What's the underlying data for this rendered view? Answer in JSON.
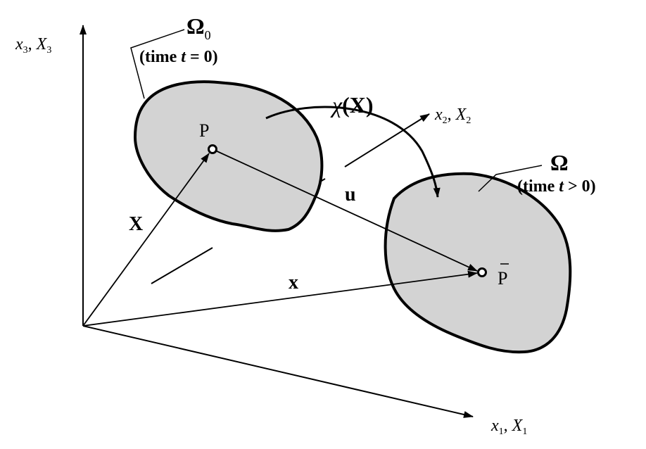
{
  "diagram": {
    "axes": {
      "x3": {
        "var": "x",
        "sub": "3",
        "var2": "X",
        "sub2": "3",
        "sep": ","
      },
      "x2": {
        "var": "x",
        "sub": "2",
        "var2": "X",
        "sub2": "2",
        "sep": ","
      },
      "x1": {
        "var": "x",
        "sub": "1",
        "var2": "X",
        "sub2": "1",
        "sep": ","
      }
    },
    "reference_body": {
      "symbol": "Ω",
      "sub": "0",
      "caption_pre": "(time ",
      "caption_t": "t",
      "caption_post": " = 0)"
    },
    "current_body": {
      "symbol": "Ω",
      "caption_pre": "(time ",
      "caption_t": "t",
      "caption_post": " > 0)"
    },
    "mapping": {
      "chi": "χ",
      "arg": "(X)"
    },
    "points": {
      "P": "P",
      "P_bar": "P"
    },
    "vectors": {
      "X": "X",
      "u": "u",
      "x": "x"
    },
    "colors": {
      "region_fill": "#d3d3d3",
      "stroke": "#000000"
    }
  }
}
